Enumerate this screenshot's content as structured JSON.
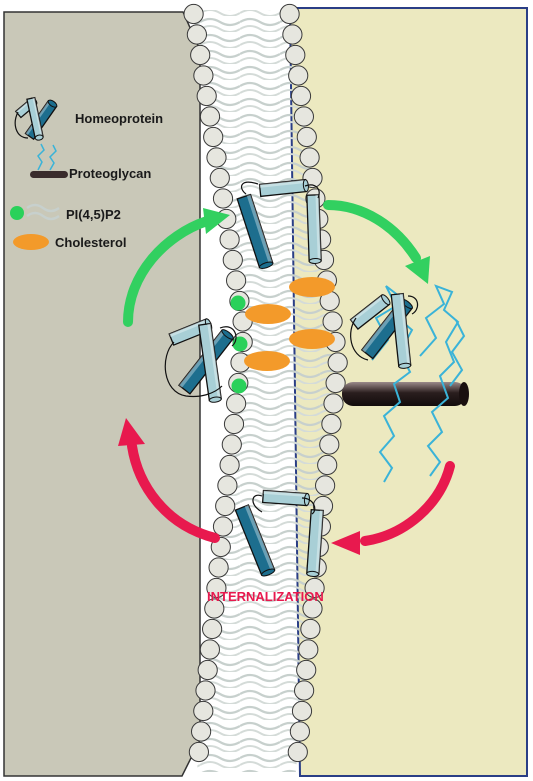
{
  "legend": {
    "homeoprotein": "Homeoprotein",
    "proteoglycan": "Proteoglycan",
    "pip2": "PI(4,5)P2",
    "cholesterol": "Cholesterol"
  },
  "process_label": "INTERNALIZATION",
  "colors": {
    "left_compartment": "#c9c8b8",
    "right_compartment": "#ece9c0",
    "right_border": "#2a3e86",
    "membrane_bead": "#e6e6df",
    "membrane_tail": "#cfd6d2",
    "helix_dark": "#1d6e8e",
    "helix_light": "#a8cfd6",
    "pip2_dot": "#2ad15a",
    "cholesterol": "#f39a2a",
    "green_arrow": "#32d060",
    "red_arrow": "#e8194e",
    "proteoglycan_rod": "#3a2c2c",
    "glycan_chain": "#3ab3d8",
    "internalization_text": "#e8194e"
  },
  "icons": {
    "homeoprotein": "homeoprotein-icon",
    "proteoglycan": "proteoglycan-icon",
    "pip2": "pip2-icon",
    "cholesterol": "cholesterol-icon"
  }
}
